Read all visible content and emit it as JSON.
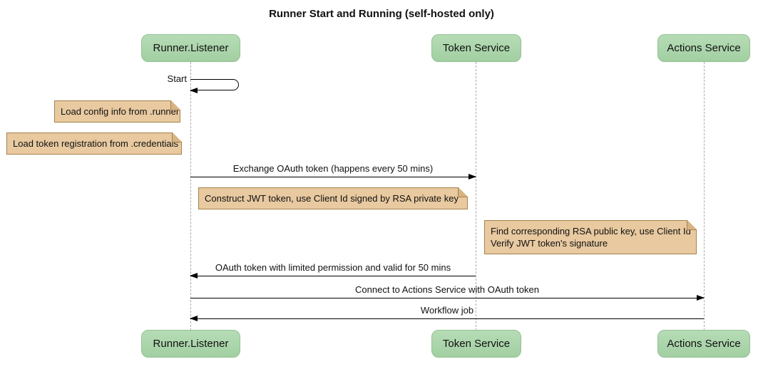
{
  "diagram": {
    "type": "sequence-diagram",
    "title": "Runner Start and Running (self-hosted only)",
    "participants": [
      {
        "id": "runner-listener",
        "label": "Runner.Listener"
      },
      {
        "id": "token-service",
        "label": "Token Service"
      },
      {
        "id": "actions-service",
        "label": "Actions Service"
      }
    ],
    "messages": [
      {
        "from": "Runner.Listener",
        "to": "Runner.Listener",
        "kind": "self",
        "label": "Start"
      },
      {
        "from": "Runner.Listener",
        "to": "Token Service",
        "kind": "solid",
        "label": "Exchange OAuth token (happens every 50 mins)"
      },
      {
        "from": "Token Service",
        "to": "Runner.Listener",
        "kind": "solid",
        "label": "OAuth token with limited permission and valid for 50 mins"
      },
      {
        "from": "Runner.Listener",
        "to": "Actions Service",
        "kind": "solid",
        "label": "Connect to Actions Service with OAuth token"
      },
      {
        "from": "Actions Service",
        "to": "Runner.Listener",
        "kind": "solid",
        "label": "Workflow job"
      }
    ],
    "notes": [
      {
        "over": "left of Runner.Listener",
        "lines": [
          "Load config info from .runner"
        ]
      },
      {
        "over": "left of Runner.Listener",
        "lines": [
          "Load token registration from .credentials"
        ]
      },
      {
        "over": "Runner.Listener / Token Service",
        "lines": [
          "Construct JWT token, use Client Id signed by RSA private key"
        ]
      },
      {
        "over": "Token Service / Actions Service",
        "lines": [
          "Find corresponding RSA public key, use Client Id",
          "Verify JWT token's signature"
        ]
      }
    ],
    "colors": {
      "participant_fill": "#a9d3a9",
      "participant_border": "#93c193",
      "note_fill": "#e8c9a0",
      "note_border": "#a5824c",
      "lifeline": "#a9a9a9",
      "arrow": "#000000",
      "background": "#ffffff"
    }
  }
}
